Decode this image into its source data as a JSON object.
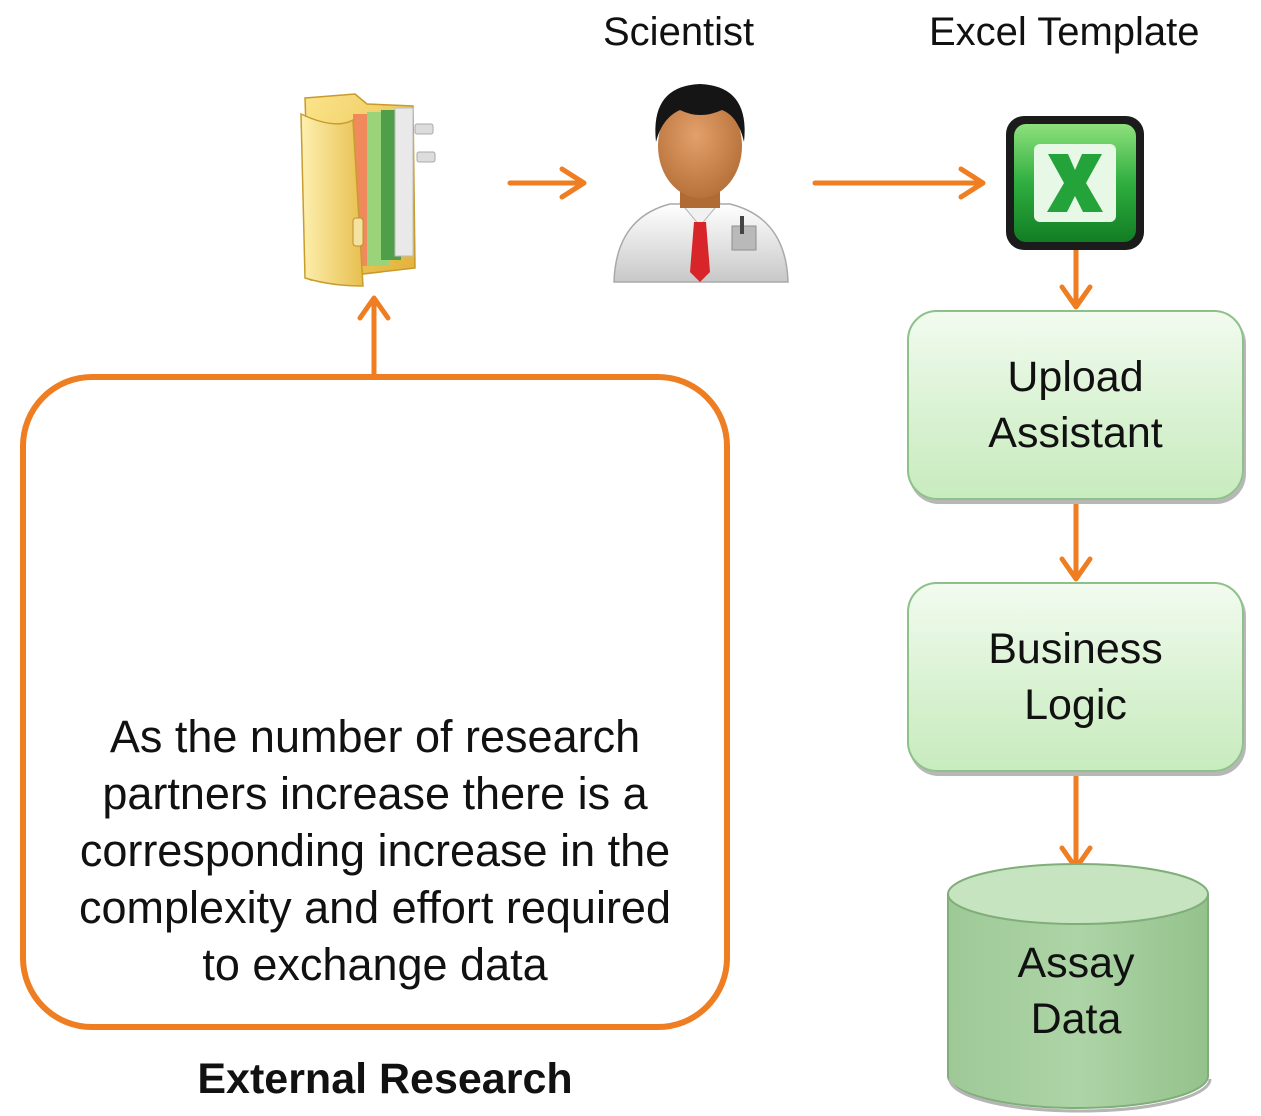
{
  "headers": {
    "scientist": "Scientist",
    "excel_template": "Excel Template"
  },
  "external_box": {
    "description_lines": [
      "As the number of research",
      "partners increase there is a",
      "corresponding increase in the",
      "complexity and effort required",
      "to exchange data"
    ],
    "title": "External Research"
  },
  "flow": {
    "upload": [
      "Upload",
      "Assistant"
    ],
    "business": [
      "Business",
      "Logic"
    ],
    "assay": [
      "Assay",
      "Data"
    ]
  },
  "icons": {
    "folder": "folder-icon",
    "scientist": "scientist-icon",
    "excel": "excel-icon",
    "group": "research-team-icon"
  },
  "colors": {
    "arrow": "#ef7d22",
    "box_border": "#ef7d22",
    "flow_box_fill": "#d9f2d2",
    "cylinder_fill": "#a8cfa2",
    "excel_green": "#22a13a"
  }
}
